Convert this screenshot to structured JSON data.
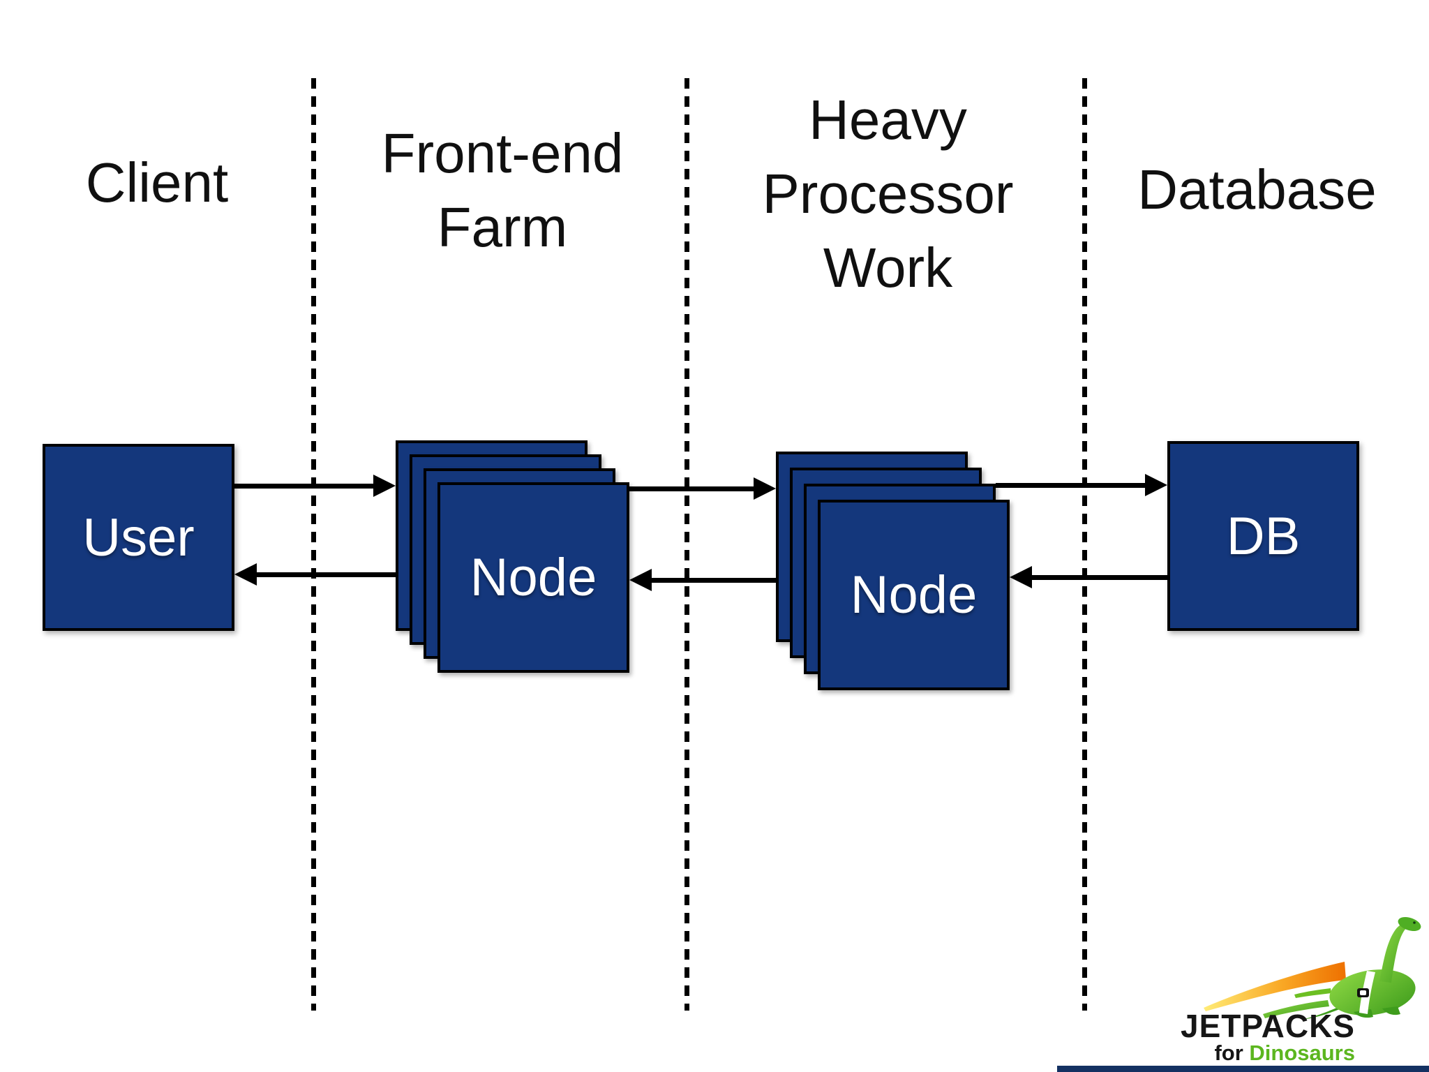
{
  "slide": {
    "columns": [
      {
        "label": "Client"
      },
      {
        "label": "Front-end\nFarm"
      },
      {
        "label": "Heavy\nProcessor\nWork"
      },
      {
        "label": "Database"
      }
    ],
    "nodes": {
      "user": "User",
      "frontend_node": "Node",
      "heavy_node": "Node",
      "db": "DB"
    }
  },
  "logo": {
    "title": "JETPACKS",
    "subtitle_prefix": "for ",
    "subtitle_highlight": "Dinosaurs"
  },
  "colors": {
    "box_fill": "#14377C",
    "box_border": "#000000",
    "arrow": "#000000",
    "divider": "#000000",
    "header_text": "#101010",
    "box_text": "#FFFFFF",
    "logo_green": "#5CB61F",
    "logo_orange": "#EE7A00",
    "footer_bar": "#143162"
  }
}
